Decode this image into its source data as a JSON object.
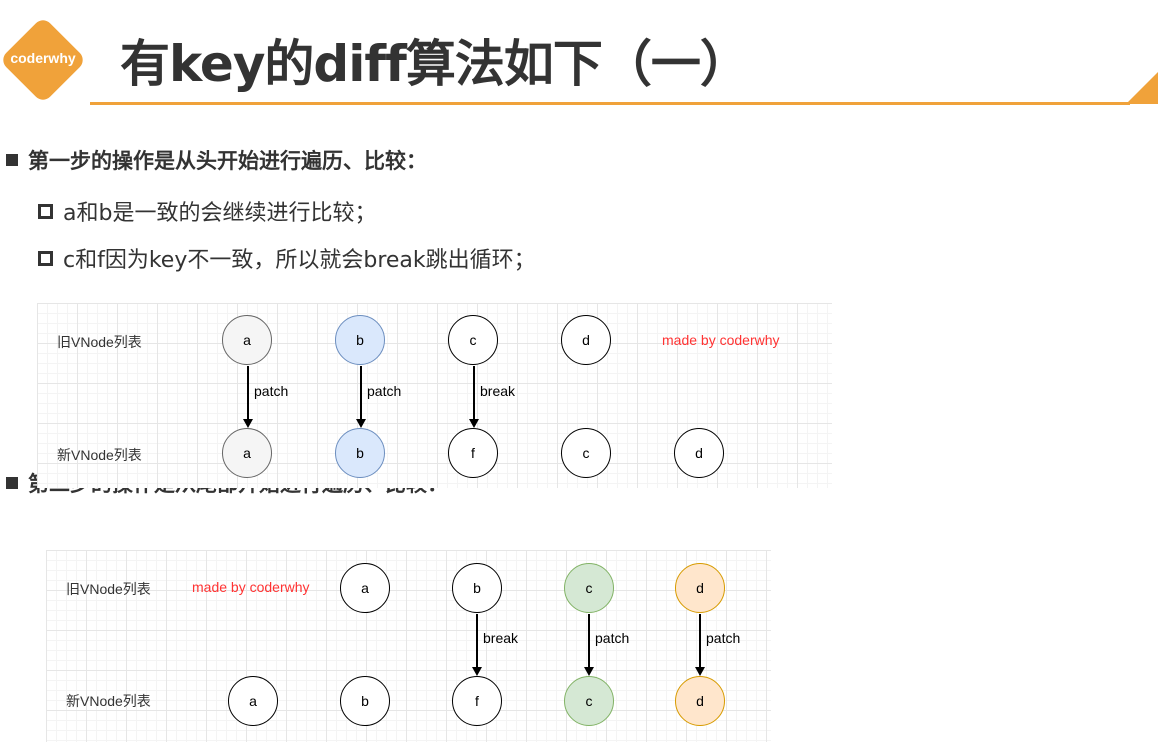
{
  "logo": {
    "text": "coderwhy"
  },
  "title": "有key的diff算法如下（一）",
  "bullets": {
    "step1": "第一步的操作是从头开始进行遍历、比较：",
    "sub1": "a和b是一致的会继续进行比较；",
    "sub2": "c和f因为key不一致，所以就会break跳出循环；",
    "step2": "第二步的操作是从尾部开始进行遍历、比较："
  },
  "diagram1": {
    "old_label": "旧VNode列表",
    "new_label": "新VNode列表",
    "watermark": "made by coderwhy",
    "old_nodes": [
      {
        "text": "a",
        "style": "gray"
      },
      {
        "text": "b",
        "style": "blue"
      },
      {
        "text": "c",
        "style": "plain"
      },
      {
        "text": "d",
        "style": "plain"
      }
    ],
    "new_nodes": [
      {
        "text": "a",
        "style": "gray"
      },
      {
        "text": "b",
        "style": "blue"
      },
      {
        "text": "f",
        "style": "plain"
      },
      {
        "text": "c",
        "style": "plain"
      },
      {
        "text": "d",
        "style": "plain"
      }
    ],
    "arrows": [
      "patch",
      "patch",
      "break"
    ]
  },
  "diagram2": {
    "old_label": "旧VNode列表",
    "new_label": "新VNode列表",
    "watermark": "made by coderwhy",
    "old_nodes": [
      {
        "text": "a",
        "style": "plain"
      },
      {
        "text": "b",
        "style": "plain"
      },
      {
        "text": "c",
        "style": "green"
      },
      {
        "text": "d",
        "style": "orange"
      }
    ],
    "new_nodes": [
      {
        "text": "a",
        "style": "plain"
      },
      {
        "text": "b",
        "style": "plain"
      },
      {
        "text": "f",
        "style": "plain"
      },
      {
        "text": "c",
        "style": "green"
      },
      {
        "text": "d",
        "style": "orange"
      }
    ],
    "arrows": [
      "break",
      "patch",
      "patch"
    ]
  },
  "colors": {
    "accent": "#f0a23a",
    "watermark": "#ff3333",
    "gray_fill": "#f5f5f5",
    "blue_fill": "#dae8fc",
    "green_fill": "#d5e8d4",
    "orange_fill": "#ffe6cc"
  }
}
